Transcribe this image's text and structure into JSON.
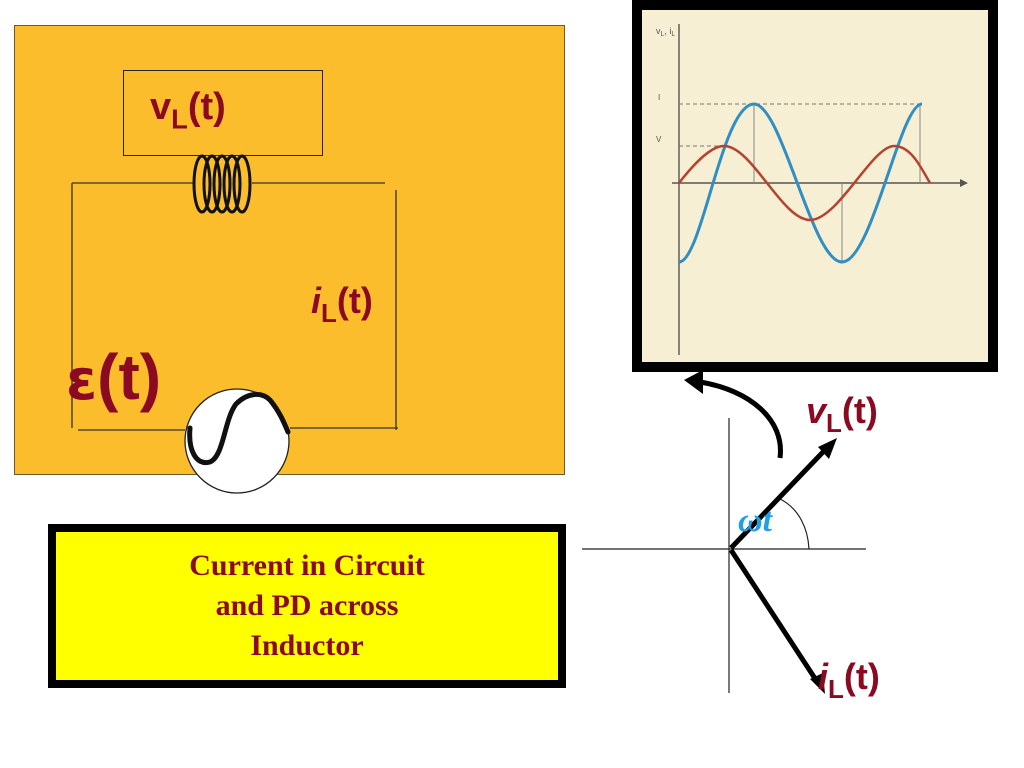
{
  "circuit": {
    "inductor_label_main": "v",
    "inductor_label_sub": "L",
    "inductor_label_tail": "(t)",
    "current_label_main": "i",
    "current_label_sub": "L",
    "current_label_tail": "(t)",
    "emf_label_symbol": "ε",
    "emf_label_tail": "(t)"
  },
  "caption": {
    "line1": "Current in Circuit",
    "line2": "and PD across",
    "line3": "Inductor"
  },
  "phasor": {
    "voltage_label_main": "v",
    "voltage_label_sub": "L",
    "voltage_label_tail": "(t)",
    "current_label_main": "i",
    "current_label_sub": "L",
    "current_label_tail": "(t)",
    "angle_label": "ωt"
  },
  "colors": {
    "panel_bg": "#fbbd2b",
    "caption_bg": "#ffff00",
    "label_red": "#8b0a22",
    "angle_blue": "#1ea0e6",
    "voltage_curve": "#c0392b",
    "current_curve": "#2f8fc4"
  }
}
